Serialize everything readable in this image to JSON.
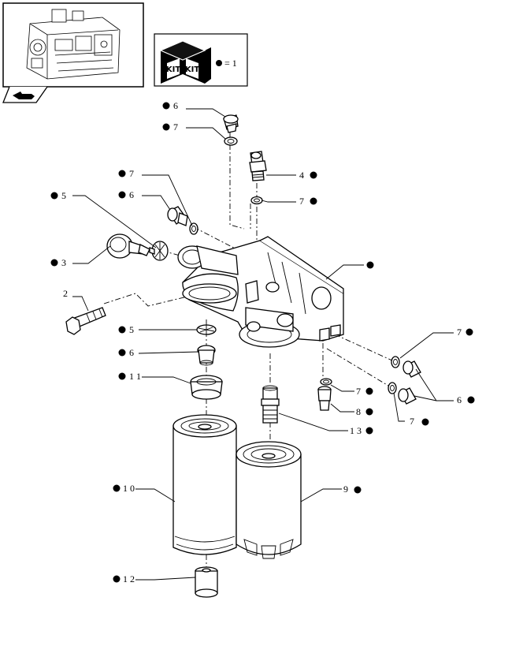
{
  "kit_legend": {
    "kit_text_1": "KIT",
    "kit_text_2": "KIT",
    "equals_text": "= 1"
  },
  "callouts": [
    {
      "id": "c6-top",
      "text": "6"
    },
    {
      "id": "c7-top",
      "text": "7"
    },
    {
      "id": "c4",
      "text": "4"
    },
    {
      "id": "c7-sensor",
      "text": "7"
    },
    {
      "id": "c7-left",
      "text": "7"
    },
    {
      "id": "c6-left",
      "text": "6"
    },
    {
      "id": "c5-left",
      "text": "5"
    },
    {
      "id": "c3",
      "text": "3"
    },
    {
      "id": "c-body",
      "text": ""
    },
    {
      "id": "c2",
      "text": "2"
    },
    {
      "id": "c5-mid",
      "text": "5"
    },
    {
      "id": "c6-mid",
      "text": "6"
    },
    {
      "id": "c11",
      "text": "1 1"
    },
    {
      "id": "c7-right-top",
      "text": "7"
    },
    {
      "id": "c6-right",
      "text": "6"
    },
    {
      "id": "c7-under",
      "text": "7"
    },
    {
      "id": "c8",
      "text": "8"
    },
    {
      "id": "c7-right-bottom",
      "text": "7"
    },
    {
      "id": "c13",
      "text": "1 3"
    },
    {
      "id": "c10",
      "text": "1 0"
    },
    {
      "id": "c9",
      "text": "9"
    },
    {
      "id": "c12",
      "text": "1 2"
    }
  ]
}
